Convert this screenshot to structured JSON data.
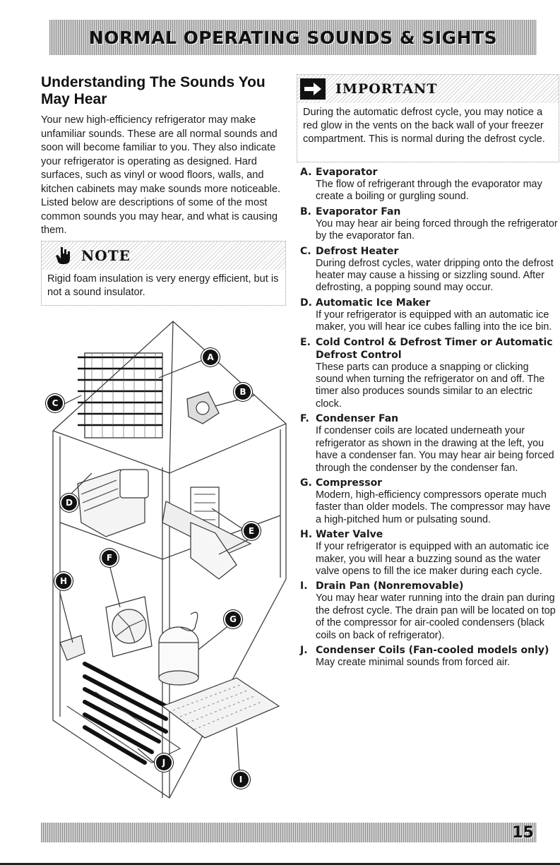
{
  "header": {
    "title": "NORMAL OPERATING SOUNDS & SIGHTS"
  },
  "intro": {
    "title": "Understanding The Sounds You May Hear",
    "text": "Your new high-efficiency refrigerator may make unfamiliar sounds. These are all normal sounds and soon will become familiar to you. They also indicate your refrigerator is operating as designed. Hard surfaces, such as vinyl or wood floors, walls, and kitchen cabinets may make sounds more noticeable. Listed below are descriptions of some of the most common sounds you may hear, and what is causing them."
  },
  "note": {
    "title": "NOTE",
    "text": "Rigid foam insulation is very energy efficient, but is not a sound insulator."
  },
  "important": {
    "title": "IMPORTANT",
    "text": "During the automatic defrost cycle, you may notice a red glow in the vents on the back wall of your freezer compartment. This is normal during the defrost cycle."
  },
  "items": [
    {
      "letter": "A.",
      "title": "Evaporator",
      "desc": "The flow of refrigerant through the evaporator may create a boiling or gurgling sound."
    },
    {
      "letter": "B.",
      "title": "Evaporator Fan",
      "desc": "You may hear air being forced through the refrigerator by the evaporator fan."
    },
    {
      "letter": "C.",
      "title": "Defrost Heater",
      "desc": "During defrost cycles, water dripping onto the defrost heater may cause a hissing or sizzling sound. After defrosting, a popping sound may occur."
    },
    {
      "letter": "D.",
      "title": "Automatic Ice Maker",
      "desc": "If your refrigerator is equipped with an automatic ice maker, you will hear ice cubes falling into the ice bin."
    },
    {
      "letter": "E.",
      "title": "Cold Control & Defrost Timer or Automatic Defrost Control",
      "desc": "These parts can produce a snapping or clicking sound when turning the refrigerator on and off. The timer also produces sounds similar to an electric clock."
    },
    {
      "letter": "F.",
      "title": "Condenser Fan",
      "desc": "If condenser coils are located underneath your refrigerator as shown in the drawing at the left, you have a condenser fan. You may hear air being forced through the condenser by the condenser fan."
    },
    {
      "letter": "G.",
      "title": "Compressor",
      "desc": "Modern, high-efficiency compressors operate much faster than older models. The compressor may have a high-pitched hum or pulsating sound."
    },
    {
      "letter": "H.",
      "title": "Water Valve",
      "desc": "If your refrigerator is equipped with an automatic ice maker, you will hear a buzzing sound as the water valve opens to fill the ice maker during each cycle."
    },
    {
      "letter": "I.",
      "title": "Drain Pan (Nonremovable)",
      "desc": "You may hear water running into the drain pan during the defrost cycle. The drain pan will be located on top of the compressor for air-cooled condensers (black coils on back of refrigerator)."
    },
    {
      "letter": "J.",
      "title": "Condenser Coils (Fan-cooled models only)",
      "desc": "May create minimal sounds from forced air."
    }
  ],
  "diagram": {
    "labels": {
      "a": "A",
      "b": "B",
      "c": "C",
      "d": "D",
      "e": "E",
      "f": "F",
      "g": "G",
      "h": "H",
      "i": "I",
      "j": "J"
    }
  },
  "footer": {
    "page_number": "15"
  }
}
